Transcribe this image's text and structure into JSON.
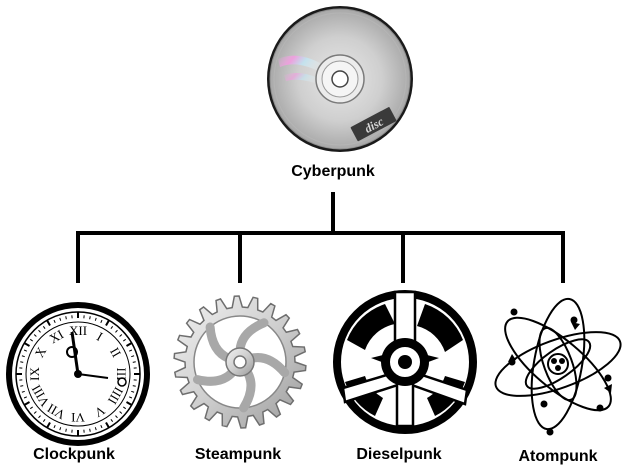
{
  "root": {
    "label": "Cyberpunk",
    "icon": "compact-disc-icon",
    "disc_logo_text": "disc"
  },
  "children": [
    {
      "label": "Clockpunk",
      "icon": "roman-numeral-clock-icon"
    },
    {
      "label": "Steampunk",
      "icon": "gear-cog-icon"
    },
    {
      "label": "Dieselpunk",
      "icon": "propeller-engine-icon"
    },
    {
      "label": "Atompunk",
      "icon": "atom-orbit-icon"
    }
  ],
  "colors": {
    "line": "#000000",
    "background": "#ffffff",
    "disc_silver": "#c8c8c8"
  }
}
